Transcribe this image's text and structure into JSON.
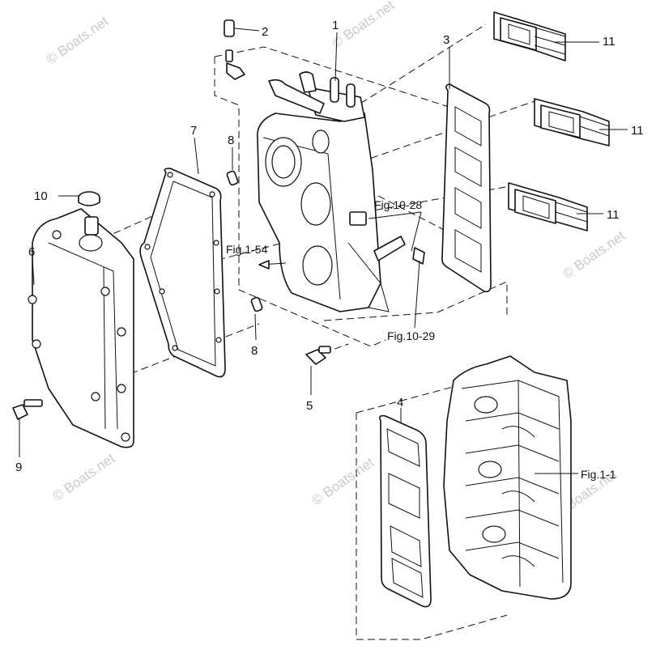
{
  "callouts": {
    "c1": "1",
    "c2": "2",
    "c3": "3",
    "c4": "4",
    "c5": "5",
    "c6": "6",
    "c7": "7",
    "c8a": "8",
    "c8b": "8",
    "c9": "9",
    "c10": "10",
    "c11a": "11",
    "c11b": "11",
    "c11c": "11"
  },
  "refs": {
    "fig_10_28": "Fig.10-28",
    "fig_10_29": "Fig.10-29",
    "fig_1_54": "Fig.1-54",
    "fig_1_1": "Fig.1-1"
  },
  "watermark": "© Boats.net"
}
